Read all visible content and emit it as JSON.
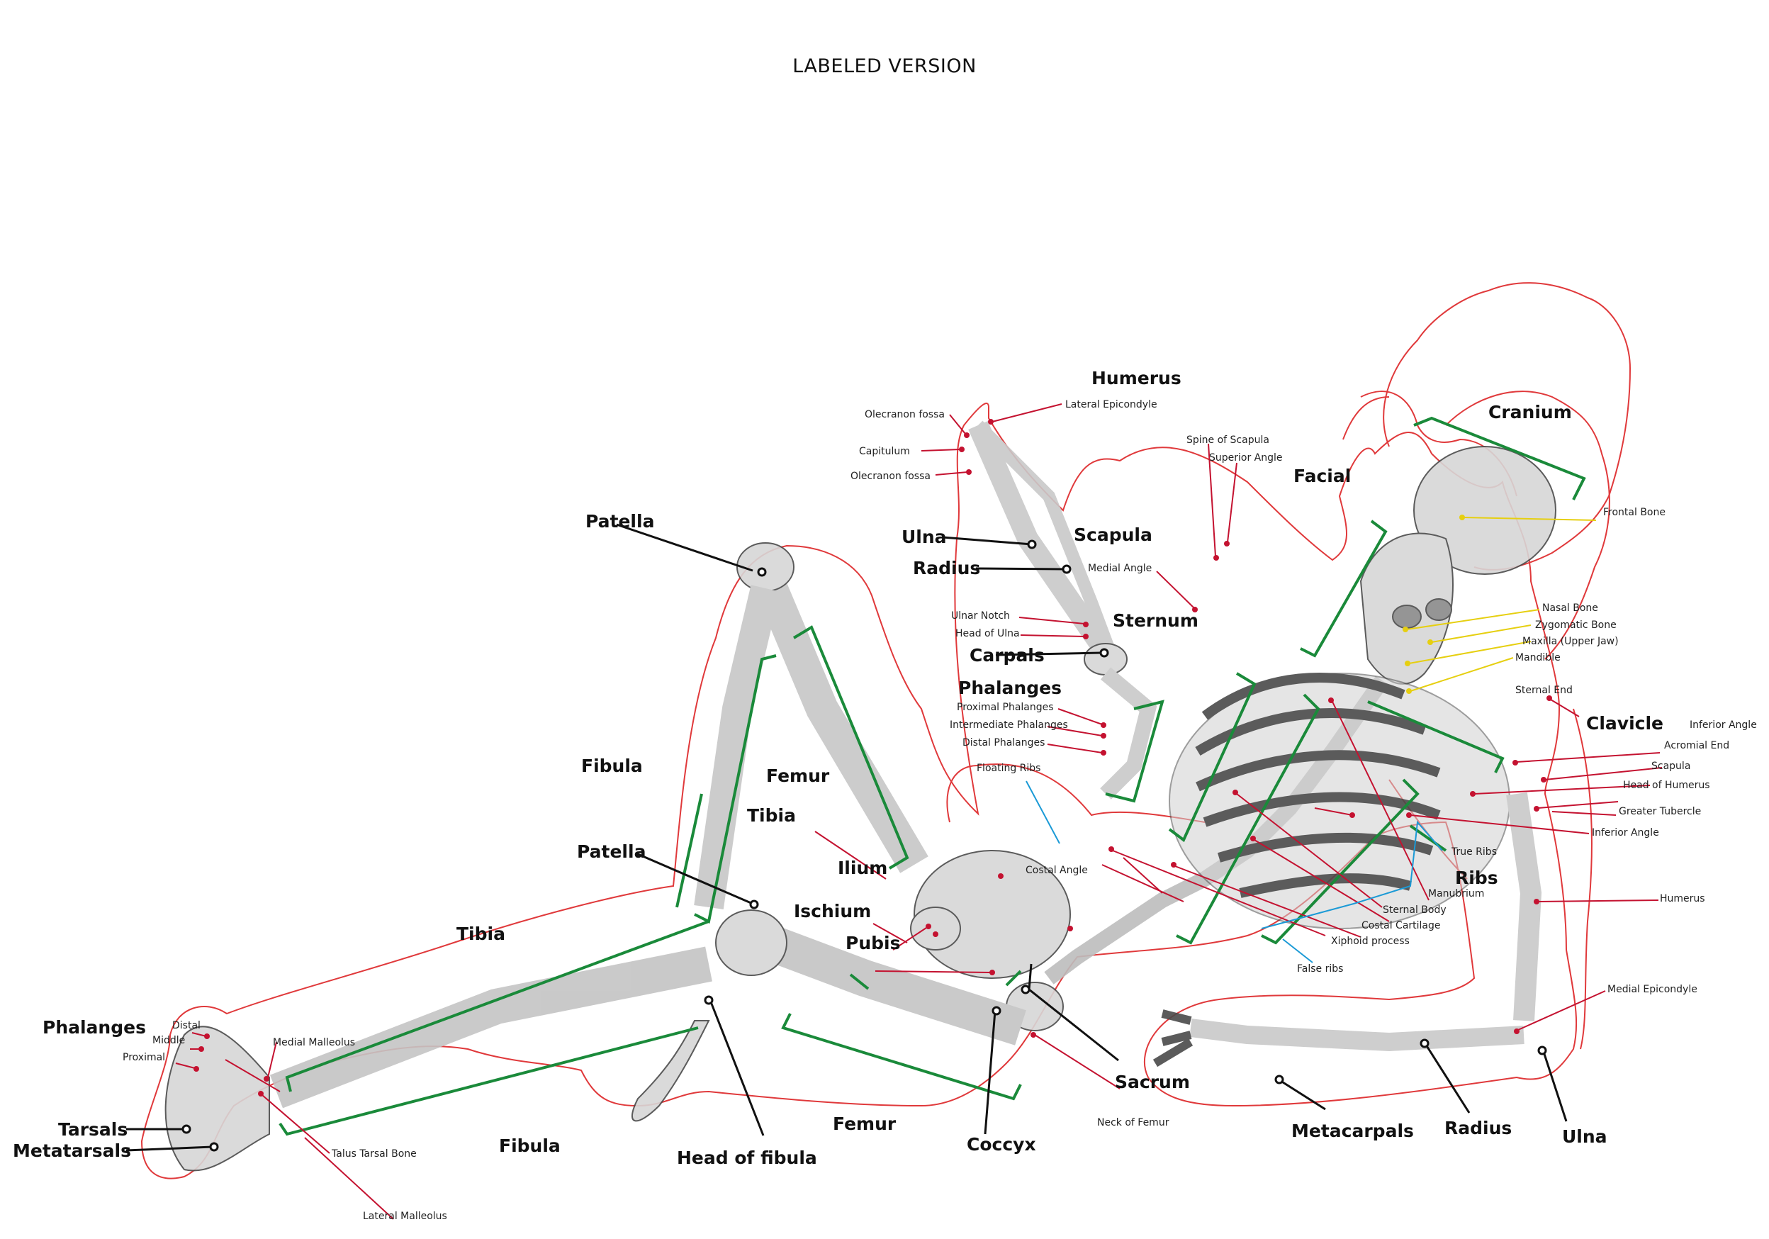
{
  "title": "LABELED VERSION",
  "colors": {
    "major_leader": "#111111",
    "minor_leader": "#c41230",
    "bracket": "#1a8a3a",
    "outline": "#e0393b",
    "facial_leader": "#e6cf10",
    "ribs_leader": "#1b9ad6",
    "bone_fill": "#d7d7d7",
    "bone_stroke": "#4a4a4a"
  },
  "major_labels": [
    "Humerus",
    "Cranium",
    "Facial",
    "Patella",
    "Ulna",
    "Radius",
    "Scapula",
    "Sternum",
    "Carpals",
    "Phalanges",
    "Clavicle",
    "Fibula",
    "Femur",
    "Tibia",
    "Patella",
    "Ilium",
    "Ischium",
    "Ribs",
    "Pubis",
    "Tibia",
    "Phalanges",
    "Tarsals",
    "Metatarsals",
    "Fibula",
    "Head of fibula",
    "Femur",
    "Coccyx",
    "Sacrum",
    "Metacarpals",
    "Radius",
    "Ulna"
  ],
  "minor_labels": [
    "Lateral Epicondyle",
    "Olecranon fossa",
    "Capitulum",
    "Olecranon fossa",
    "Spine of Scapula",
    "Superior Angle",
    "Medial Angle",
    "Frontal Bone",
    "Nasal Bone",
    "Zygomatic Bone",
    "Maxilla (Upper Jaw)",
    "Mandible",
    "Sternal End",
    "Ulnar Notch",
    "Head of Ulna",
    "Proximal Phalanges",
    "Intermediate Phalanges",
    "Distal Phalanges",
    "Floating Ribs",
    "Inferior Angle",
    "Acromial End",
    "Scapula",
    "Head of Humerus",
    "Greater Tubercle",
    "Inferior Angle",
    "True Ribs",
    "Humerus",
    "Costal Angle",
    "Manubrium",
    "Sternal Body",
    "Costal Cartilage",
    "Xiphoid process",
    "False ribs",
    "Medial Epicondyle",
    "Distal",
    "Middle",
    "Proximal",
    "Medial Malleolus",
    "Talus Tarsal Bone",
    "Lateral Malleolus",
    "Neck of Femur"
  ]
}
